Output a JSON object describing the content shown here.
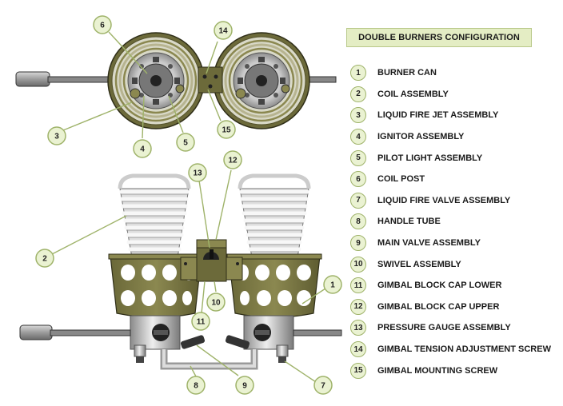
{
  "title": "DOUBLE BURNERS CONFIGURATION",
  "legend": [
    {
      "num": "1",
      "label": "BURNER CAN"
    },
    {
      "num": "2",
      "label": "COIL ASSEMBLY"
    },
    {
      "num": "3",
      "label": "LIQUID FIRE JET ASSEMBLY"
    },
    {
      "num": "4",
      "label": "IGNITOR ASSEMBLY"
    },
    {
      "num": "5",
      "label": "PILOT LIGHT ASSEMBLY"
    },
    {
      "num": "6",
      "label": "COIL POST"
    },
    {
      "num": "7",
      "label": "LIQUID FIRE VALVE ASSEMBLY"
    },
    {
      "num": "8",
      "label": "HANDLE TUBE"
    },
    {
      "num": "9",
      "label": "MAIN VALVE ASSEMBLY"
    },
    {
      "num": "10",
      "label": "SWIVEL ASSEMBLY"
    },
    {
      "num": "11",
      "label": "GIMBAL BLOCK CAP LOWER"
    },
    {
      "num": "12",
      "label": "GIMBAL BLOCK CAP UPPER"
    },
    {
      "num": "13",
      "label": "PRESSURE GAUGE ASSEMBLY"
    },
    {
      "num": "14",
      "label": "GIMBAL TENSION ADJUSTMENT SCREW"
    },
    {
      "num": "15",
      "label": "GIMBAL MOUNTING SCREW"
    }
  ],
  "callouts": {
    "c6": "6",
    "c14": "14",
    "c3": "3",
    "c4": "4",
    "c5": "5",
    "c15": "15",
    "c13": "13",
    "c12": "12",
    "c2": "2",
    "c1": "1",
    "c10": "10",
    "c11": "11",
    "c8": "8",
    "c9": "9",
    "c7": "7"
  },
  "colors": {
    "olive": "#7d7b45",
    "olive_dark": "#55532c",
    "olive_light": "#a8a56a",
    "accent_green": "#9fb36a",
    "legend_fill": "#eaf2d2",
    "title_fill": "#e4edc4"
  }
}
